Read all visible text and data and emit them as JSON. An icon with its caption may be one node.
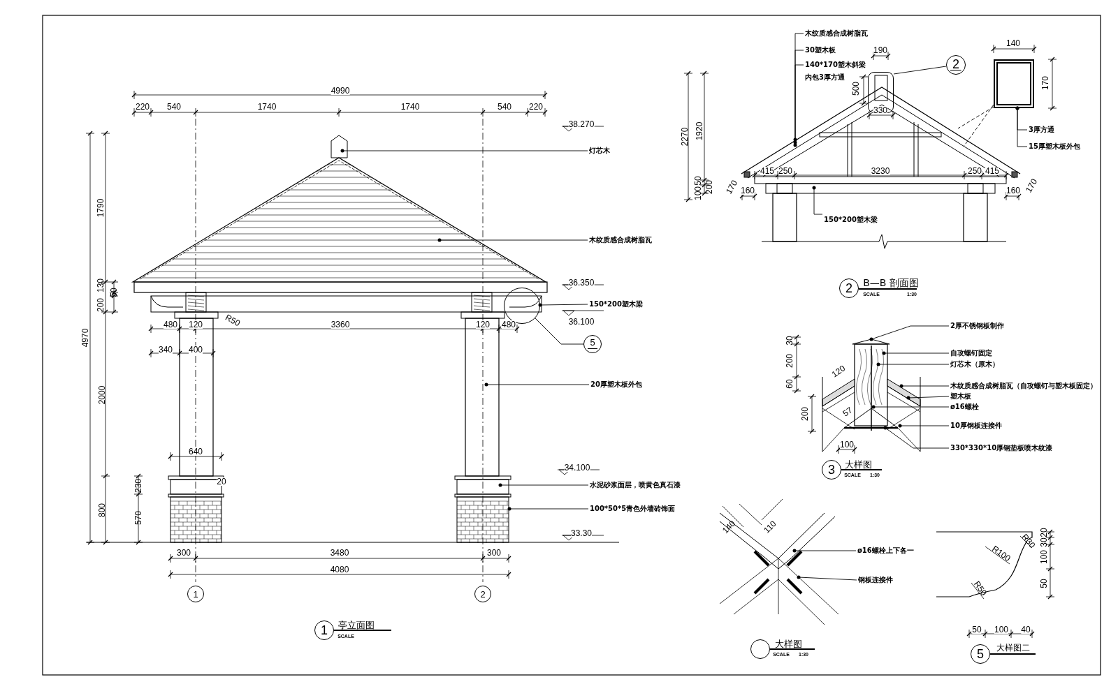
{
  "diagram": {
    "nodes": [
      {
        "text": [
          "1"
        ]
      },
      {
        "text": [
          "2"
        ]
      },
      {
        "text": [
          "1"
        ],
        "beside": [
          "亭立面图",
          "SCALE"
        ]
      },
      {
        "text": [
          "5"
        ]
      },
      {
        "text": [],
        "shape": "circle"
      },
      {
        "text": [
          "灯芯木"
        ]
      },
      {
        "text": [
          "木纹质感合成树脂瓦"
        ]
      },
      {
        "text": [
          "150*200塑木梁"
        ]
      },
      {
        "text": [
          "20厚塑木板外包"
        ]
      },
      {
        "text": [
          "水泥砂浆面层，喷黄色真石漆"
        ]
      },
      {
        "text": [
          "100*50*5青色外墙砖饰面"
        ]
      },
      {
        "text": [
          "木纹质感合成树脂瓦"
        ]
      },
      {
        "text": [
          "30塑木板"
        ]
      },
      {
        "text": [
          "140*170塑木斜梁内包3厚方通"
        ]
      },
      {
        "text": [
          "2"
        ]
      },
      {
        "text": [],
        "shape": "box"
      },
      {
        "text": [],
        "shape": "box"
      },
      {
        "text": [
          "3厚方通"
        ]
      },
      {
        "text": [
          "15厚塑木板外包"
        ]
      },
      {
        "text": [
          "150*200塑木梁"
        ]
      },
      {
        "text": [
          "2"
        ],
        "beside": [
          "B—B 剖面图",
          "SCALE",
          "1:30"
        ]
      },
      {
        "text": [
          "2厚不锈钢板制作"
        ]
      },
      {
        "text": [
          "自攻螺钉固定"
        ]
      },
      {
        "text": [
          "灯芯木（原木）"
        ]
      },
      {
        "text": [
          "木纹质感合成树脂瓦（自攻螺钉与塑木板固定）"
        ]
      },
      {
        "text": [
          "塑木板"
        ]
      },
      {
        "text": [
          "ø16螺栓"
        ]
      },
      {
        "text": [
          "10厚钢板连接件"
        ]
      },
      {
        "text": [
          "330*330*10厚钢垫板喷木纹漆"
        ]
      },
      {
        "text": [
          "3"
        ],
        "beside": [
          "大样图",
          "SCALE",
          "1:30"
        ]
      },
      {
        "text": [
          "ø16螺栓上下各一"
        ]
      },
      {
        "text": [
          "钢板连接件"
        ]
      },
      {
        "text": [],
        "shape": "circle",
        "beside": [
          "大样图",
          "SCALE",
          "1:30"
        ]
      },
      {
        "text": [
          "5"
        ],
        "beside": [
          "大样图二"
        ]
      }
    ],
    "edges": [
      {
        "from": 3,
        "to": 4,
        "arrow": "none"
      },
      {
        "from": 5,
        "to": null,
        "arrow": "other"
      },
      {
        "from": 6,
        "to": null,
        "arrow": "other"
      },
      {
        "from": 7,
        "to": 4,
        "arrow": "other"
      },
      {
        "from": 8,
        "to": null,
        "arrow": "other"
      },
      {
        "from": 9,
        "to": null,
        "arrow": "other"
      },
      {
        "from": 10,
        "to": null,
        "arrow": "other"
      },
      {
        "from": 11,
        "to": null,
        "arrow": "other"
      },
      {
        "from": 12,
        "to": null,
        "arrow": "other"
      },
      {
        "from": 13,
        "to": null,
        "arrow": "other"
      },
      {
        "from": 14,
        "to": 15,
        "arrow": "none"
      },
      {
        "from": 16,
        "to": null,
        "arrow": "none",
        "style": "dashed"
      },
      {
        "from": 16,
        "to": null,
        "arrow": "none",
        "style": "dashed"
      },
      {
        "from": 17,
        "to": 16,
        "arrow": "other"
      },
      {
        "from": 18,
        "to": 16,
        "arrow": "other"
      },
      {
        "from": 19,
        "to": null,
        "arrow": "other"
      },
      {
        "from": 21,
        "to": null,
        "arrow": "other"
      },
      {
        "from": 22,
        "to": null,
        "arrow": "other"
      },
      {
        "from": 23,
        "to": null,
        "arrow": "other"
      },
      {
        "from": 24,
        "to": null,
        "arrow": "other"
      },
      {
        "from": 25,
        "to": null,
        "arrow": "other"
      },
      {
        "from": 26,
        "to": null,
        "arrow": "other"
      },
      {
        "from": 27,
        "to": null,
        "arrow": "other"
      },
      {
        "from": 28,
        "to": null,
        "arrow": "other"
      },
      {
        "from": 30,
        "to": null,
        "arrow": "other"
      },
      {
        "from": 31,
        "to": null,
        "arrow": "other"
      }
    ],
    "labels": [
      "4990",
      "220",
      "540",
      "1740",
      "1740",
      "540",
      "220",
      "38.270",
      "1790",
      "130",
      "50",
      "200",
      "36.350",
      "36.100",
      "480",
      "120",
      "R50",
      "3360",
      "120",
      "480",
      "340",
      "400",
      "4970",
      "2000",
      "640",
      "20",
      "34.100",
      "230",
      "800",
      "570",
      "33.30",
      "300",
      "3480",
      "300",
      "4080",
      "190",
      "140",
      "500",
      "170",
      "330",
      "2270",
      "1920",
      "415",
      "250",
      "3230",
      "250",
      "415",
      "50",
      "200",
      "170",
      "100",
      "160",
      "160",
      "170",
      "30",
      "200",
      "120",
      "60",
      "57",
      "200",
      "100",
      "140",
      "110",
      "20",
      "30",
      "R30",
      "R100",
      "100",
      "R50",
      "50",
      "50",
      "100",
      "40"
    ]
  }
}
